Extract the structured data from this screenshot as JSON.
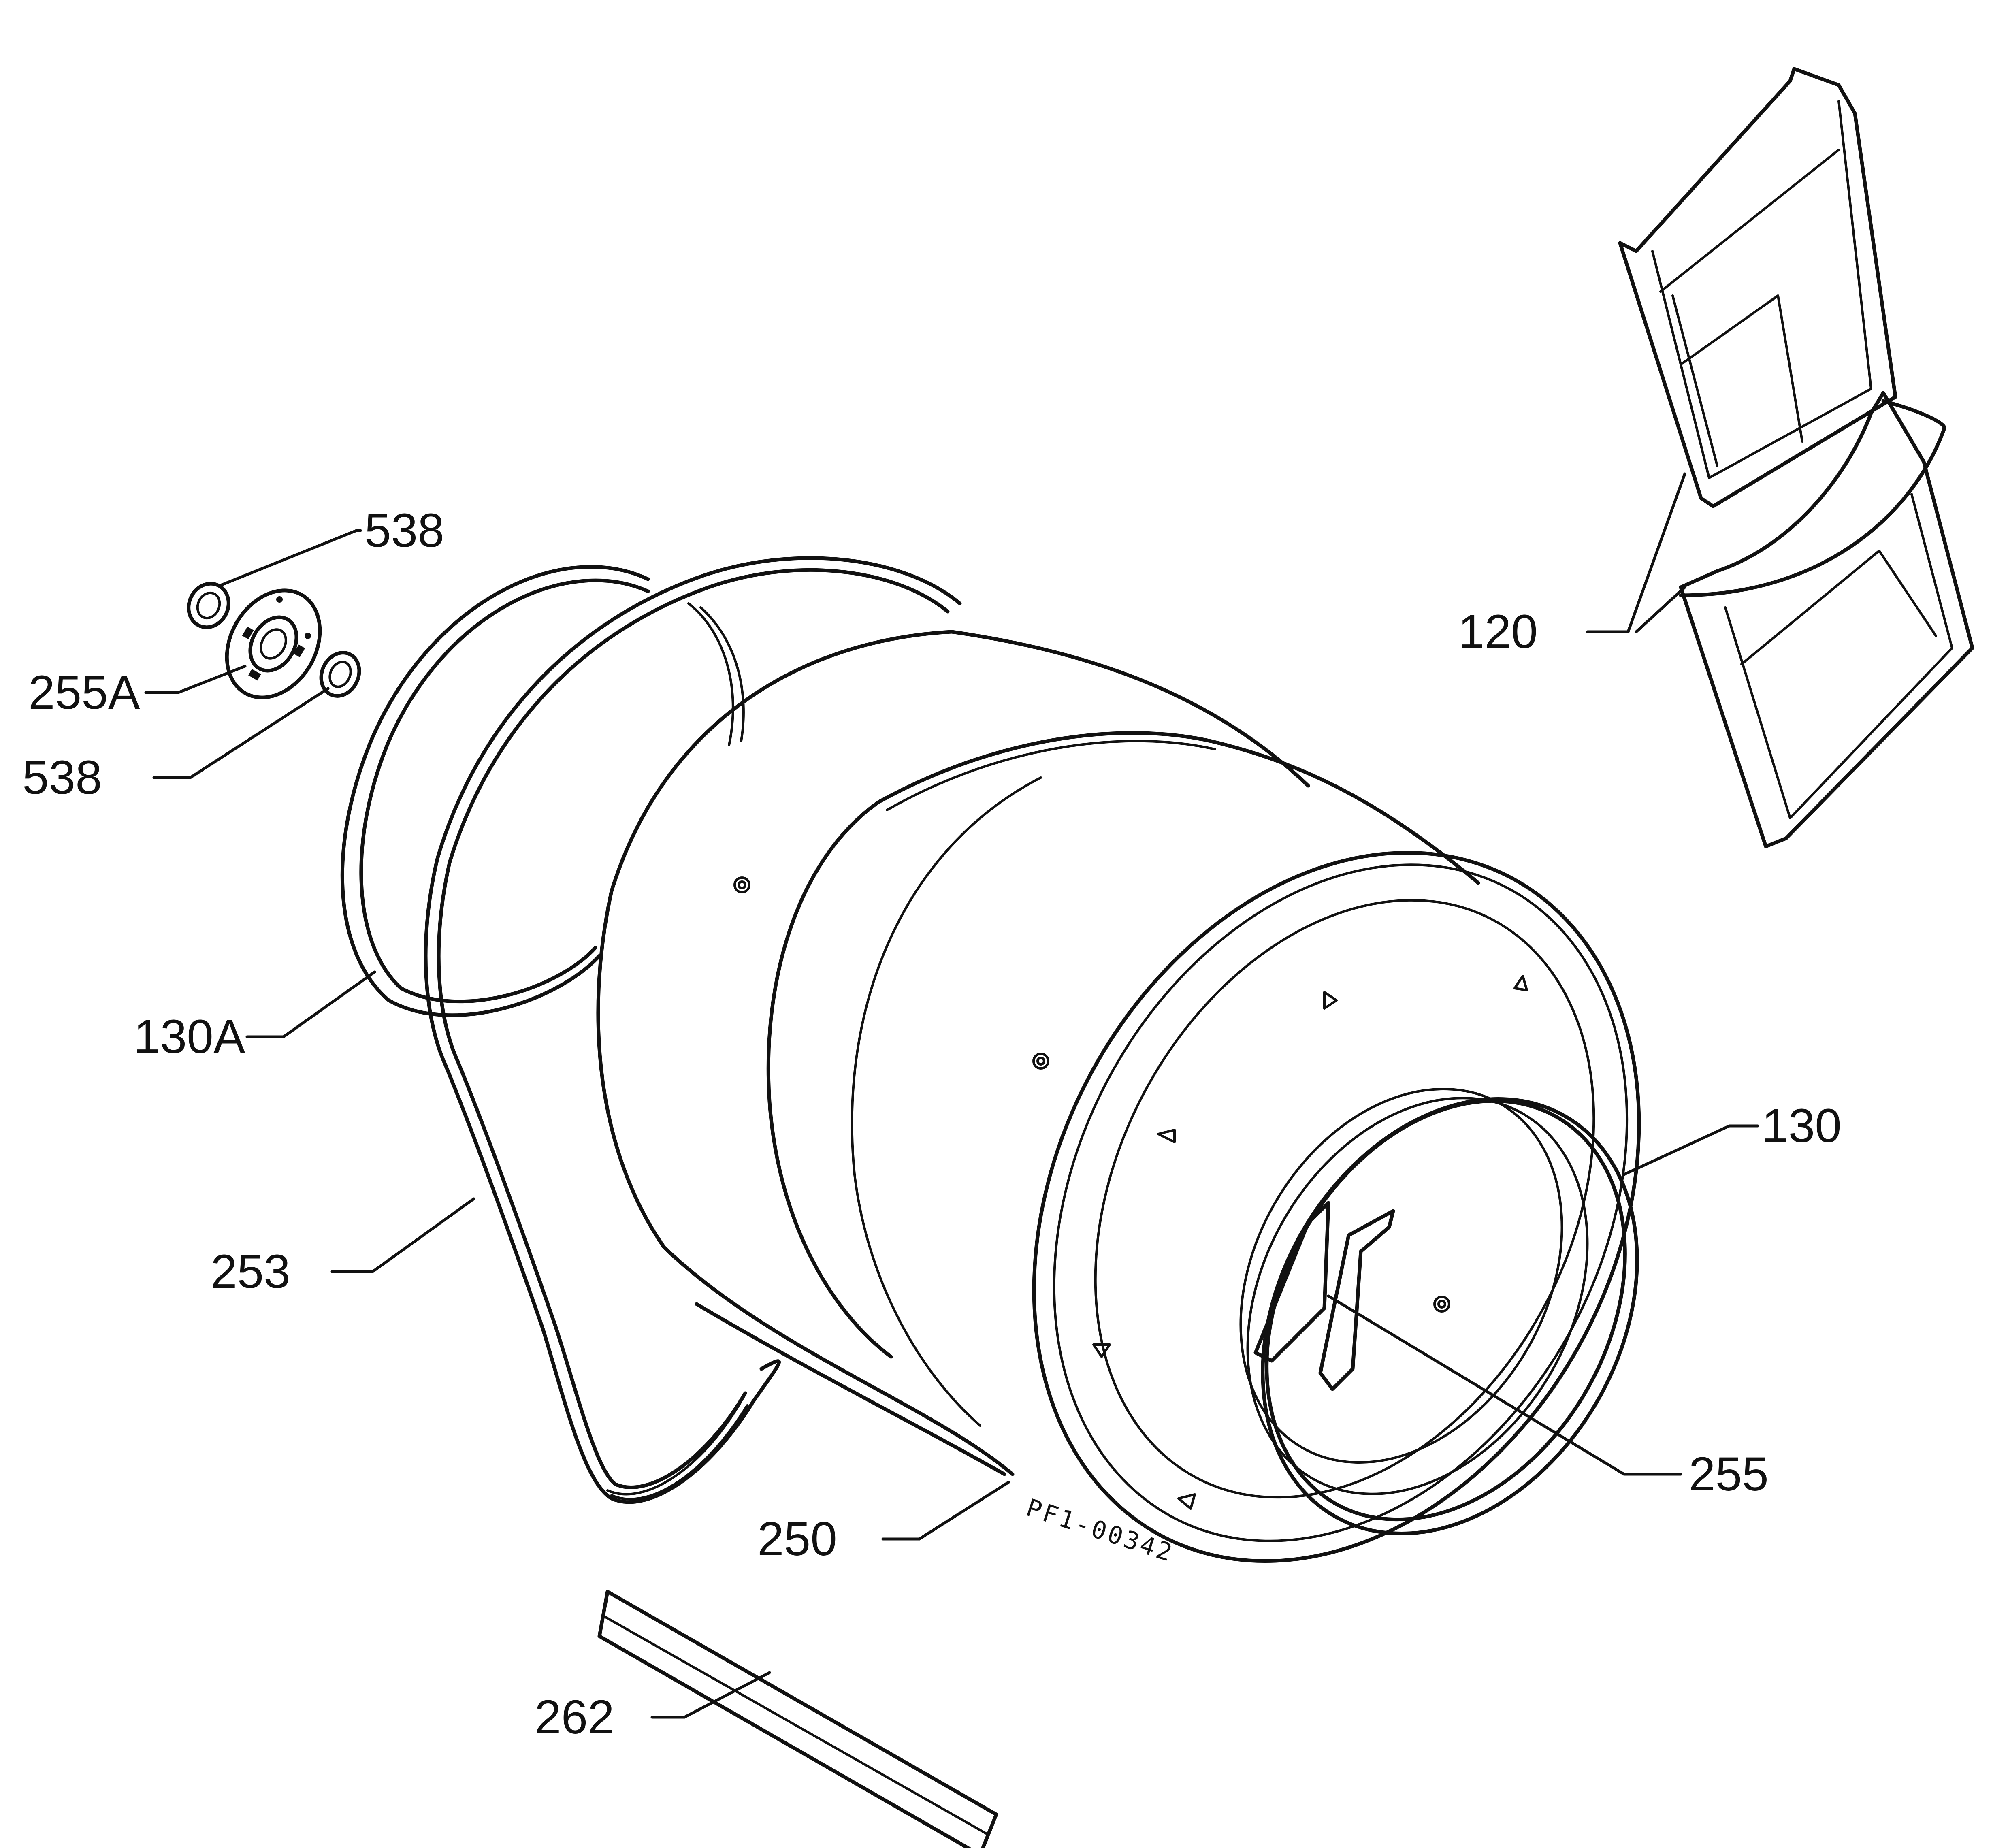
{
  "labels": {
    "l538_top": "538",
    "l255a": "255A",
    "l538_bottom": "538",
    "l130a": "130A",
    "l253": "253",
    "l250": "250",
    "l262": "262",
    "l120": "120",
    "l130": "130",
    "l255": "255"
  },
  "drawing_code": "PF1-00342",
  "colors": {
    "line": "#111111",
    "background": "#ffffff"
  }
}
